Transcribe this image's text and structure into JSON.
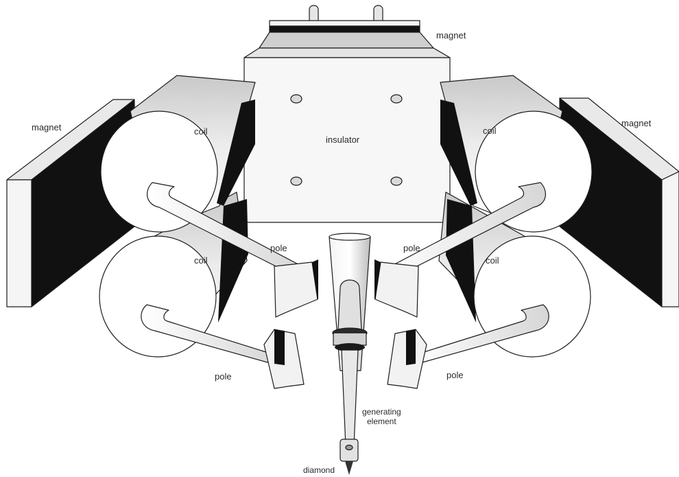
{
  "labels": {
    "magnet_top": "magnet",
    "magnet_left": "magnet",
    "magnet_right": "magnet",
    "insulator": "insulator",
    "coil_ul": "coil",
    "coil_ur": "coil",
    "coil_ll": "coil",
    "coil_lr": "coil",
    "pole_ul": "pole",
    "pole_ur": "pole",
    "pole_ll": "pole",
    "pole_lr": "pole",
    "generating_line1": "generating",
    "generating_line2": "element",
    "diamond": "diamond"
  },
  "colors": {
    "background": "#ffffff",
    "magnet_face": "#111111",
    "light_face": "#f1f1f1",
    "shadow_face": "#c8c8c8",
    "outline": "#1c1c1c"
  }
}
